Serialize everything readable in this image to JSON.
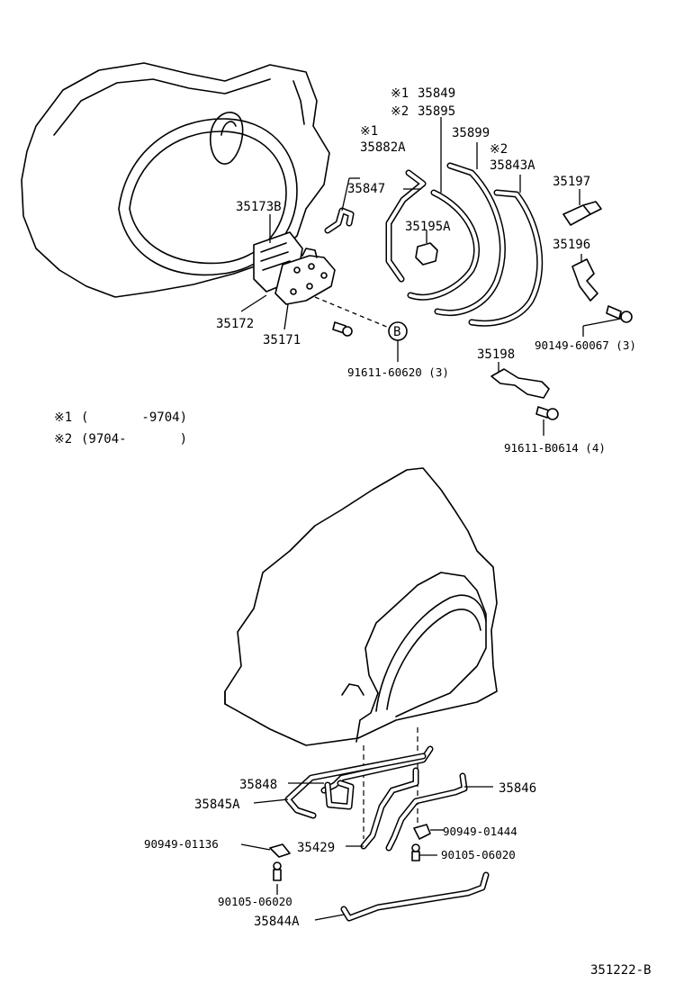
{
  "labels": {
    "p35849": "35849",
    "p35895": "35895",
    "p35882A": "35882A",
    "p35899": "35899",
    "p35843A": "35843A",
    "p35847": "35847",
    "p35173B": "35173B",
    "p35195A": "35195A",
    "p35197": "35197",
    "p35196": "35196",
    "p35172": "35172",
    "p35171": "35171",
    "p90149": "90149-60067 (3)",
    "p91611_60620": "91611-60620 (3)",
    "p35198": "35198",
    "p91611_B0614": "91611-B0614 (4)",
    "p35848": "35848",
    "p35845A": "35845A",
    "p35846": "35846",
    "p90949_01444": "90949-01444",
    "p90949_01136": "90949-01136",
    "p35429": "35429",
    "p90105_a": "90105-06020",
    "p90105_b": "90105-06020",
    "p35844A": "35844A",
    "diagram_code": "351222-B"
  },
  "marks": {
    "m1": "※1",
    "m2": "※2",
    "b_callout": "B"
  },
  "legend": {
    "row1_mark": "※1",
    "row1_range": "(       -9704)",
    "row2_mark": "※2",
    "row2_range": "(9704-       )"
  }
}
